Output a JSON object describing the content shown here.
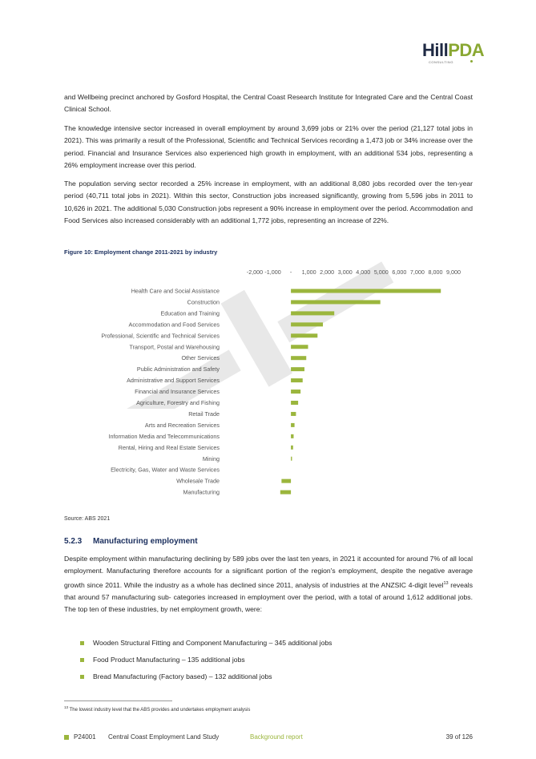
{
  "header": {
    "logo_hill": "Hill",
    "logo_pda": "PDA",
    "logo_tagline": "CONSULTING"
  },
  "paragraphs": {
    "p1": "and Wellbeing precinct anchored by Gosford Hospital, the Central Coast Research Institute for Integrated Care and the Central Coast Clinical School.",
    "p2": "The knowledge intensive sector increased in overall employment by around 3,699 jobs or 21% over the period (21,127 total jobs in 2021). This was primarily a result of the Professional, Scientific and Technical Services recording a 1,473 job or 34% increase over the period. Financial and Insurance Services also experienced high growth in employment, with an additional 534 jobs, representing a 26% employment increase over this period.",
    "p3": "The population serving sector recorded a 25% increase in employment, with an additional 8,080 jobs recorded over the ten-year period (40,711 total jobs in 2021). Within this sector, Construction jobs increased significantly, growing from 5,596 jobs in 2011 to 10,626 in 2021. The additional 5,030 Construction jobs represent a 90% increase in employment over the period. Accommodation and Food Services also increased considerably with an additional 1,772 jobs, representing an increase of 22%.",
    "p4_before": "Despite employment within manufacturing declining by 589 jobs over the last ten years, in 2021 it accounted for around 7% of all local employment. Manufacturing therefore accounts for a significant portion of the region's employment, despite the negative average growth since 2011. While the industry as a whole has declined since 2011, analysis of industries at the ANZSIC 4-digit level",
    "p4_fnref": "13",
    "p4_after": " reveals that around 57 manufacturing sub- categories increased in employment over the period, with a total of around 1,612 additional jobs. The top ten of these industries, by net employment growth, were:"
  },
  "figure_title": "Figure 10: Employment change 2011-2021 by industry",
  "chart_data": {
    "type": "bar",
    "orientation": "horizontal",
    "title": "",
    "xlabel": "",
    "ylabel": "",
    "xlim": [
      -2000,
      9000
    ],
    "tick_labels": [
      "-2,000",
      "-1,000",
      "-",
      "1,000",
      "2,000",
      "3,000",
      "4,000",
      "5,000",
      "6,000",
      "7,000",
      "8,000",
      "9,000"
    ],
    "tick_values": [
      -2000,
      -1000,
      0,
      1000,
      2000,
      3000,
      4000,
      5000,
      6000,
      7000,
      8000,
      9000
    ],
    "categories": [
      "Health Care and Social Assistance",
      "Construction",
      "Education and Training",
      "Accommodation and Food Services",
      "Professional, Scientific and Technical Services",
      "Transport, Postal and Warehousing",
      "Other Services",
      "Public Administration and Safety",
      "Administrative and Support Services",
      "Financial and Insurance Services",
      "Agriculture, Forestry and Fishing",
      "Retail Trade",
      "Arts and Recreation Services",
      "Information Media and Telecommunications",
      "Rental, Hiring and Real Estate Services",
      "Mining",
      "Electricity, Gas, Water and Waste Services",
      "Wholesale Trade",
      "Manufacturing"
    ],
    "values": [
      8300,
      4950,
      2400,
      1772,
      1473,
      950,
      850,
      750,
      650,
      534,
      400,
      280,
      200,
      150,
      120,
      60,
      0,
      -520,
      -589
    ],
    "bar_color": "#9bb63d",
    "grid": false,
    "legend": "none"
  },
  "source": "Source: ABS 2021",
  "section": {
    "number": "5.2.3",
    "title": "Manufacturing employment"
  },
  "bullets": [
    "Wooden Structural Fitting and Component Manufacturing – 345 additional jobs",
    "Food Product Manufacturing – 135 additional jobs",
    "Bread Manufacturing (Factory based) – 132 additional jobs"
  ],
  "footnote": {
    "number": "13",
    "text": " The lowest industry level that the ABS provides and undertakes employment analysis"
  },
  "footer": {
    "code": "P24001",
    "title": "Central Coast Employment Land Study",
    "report": "Background report",
    "page": "39 of 126"
  },
  "colors": {
    "accent_green": "#9bb63d",
    "heading_navy": "#1b2f5e",
    "logo_navy": "#1f2a44"
  }
}
